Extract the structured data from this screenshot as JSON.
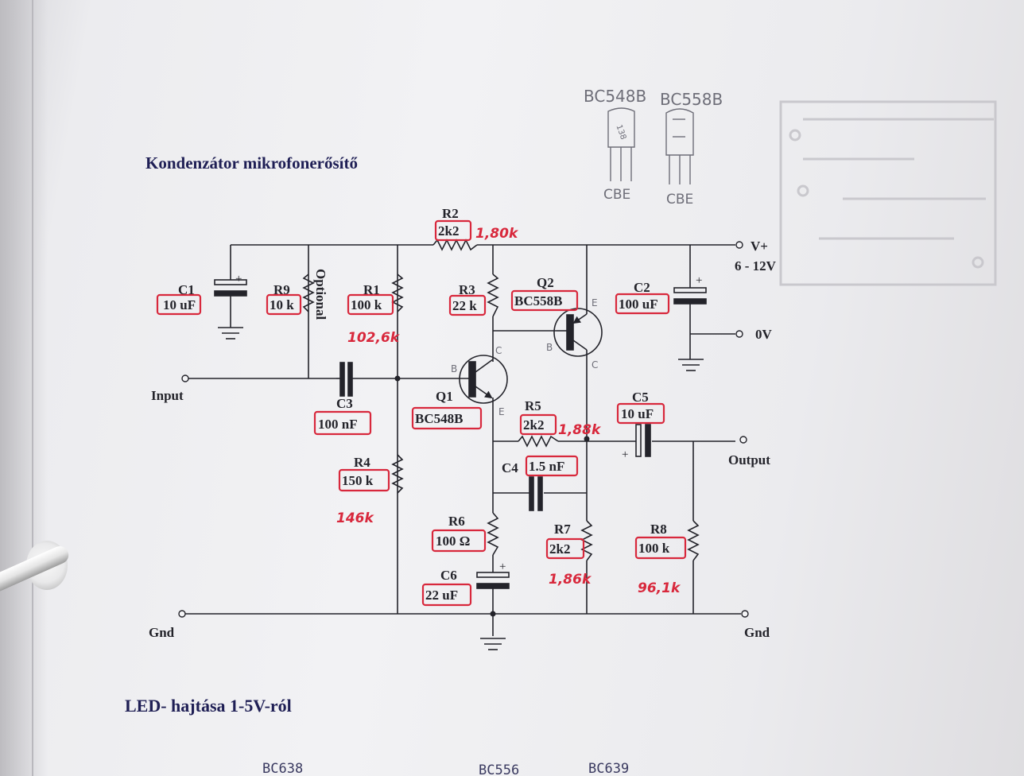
{
  "heading": "Kondenzátor mikrofonerősítő",
  "heading2": "LED- hajtása 1-5V-ról",
  "bottom_labels": [
    "BC638",
    "BC556",
    "BC639"
  ],
  "pinout": {
    "q1_name": "BC548B",
    "q2_name": "BC558B",
    "q1_pins": "CBE",
    "q2_pins": "CBE",
    "q1_body": "138"
  },
  "terminals": {
    "vplus": "V+",
    "vrange": "6 - 12V",
    "zero": "0V",
    "input": "Input",
    "output": "Output",
    "gnd_left": "Gnd",
    "gnd_right": "Gnd"
  },
  "components": {
    "R1": {
      "name": "R1",
      "value": "100 k",
      "measured": "102,6k"
    },
    "R2": {
      "name": "R2",
      "value": "2k2",
      "measured": "1,80k"
    },
    "R3": {
      "name": "R3",
      "value": "22 k"
    },
    "R4": {
      "name": "R4",
      "value": "150 k",
      "measured": "146k"
    },
    "R5": {
      "name": "R5",
      "value": "2k2",
      "measured": "1,88k"
    },
    "R6": {
      "name": "R6",
      "value": "100 Ω"
    },
    "R7": {
      "name": "R7",
      "value": "2k2",
      "measured": "1,86k"
    },
    "R8": {
      "name": "R8",
      "value": "100 k",
      "measured": "96,1k"
    },
    "R9": {
      "name": "R9",
      "value": "10 k",
      "note": "Optional"
    },
    "C1": {
      "name": "C1",
      "value": "10 uF"
    },
    "C2": {
      "name": "C2",
      "value": "100 uF"
    },
    "C3": {
      "name": "C3",
      "value": "100 nF"
    },
    "C4": {
      "name": "C4",
      "value": "1.5 nF"
    },
    "C5": {
      "name": "C5",
      "value": "10 uF"
    },
    "C6": {
      "name": "C6",
      "value": "22 uF"
    },
    "Q1": {
      "name": "Q1",
      "value": "BC548B"
    },
    "Q2": {
      "name": "Q2",
      "value": "BC558B"
    }
  },
  "pin_marks": {
    "q1_b": "B",
    "q1_c": "C",
    "q1_e": "E",
    "q2_b": "B",
    "q2_c": "C",
    "q2_e": "E"
  },
  "colors": {
    "ink": "#23232a",
    "title": "#1f1f55",
    "red_pen": "#d8283c",
    "pencil": "#6e6e78"
  }
}
